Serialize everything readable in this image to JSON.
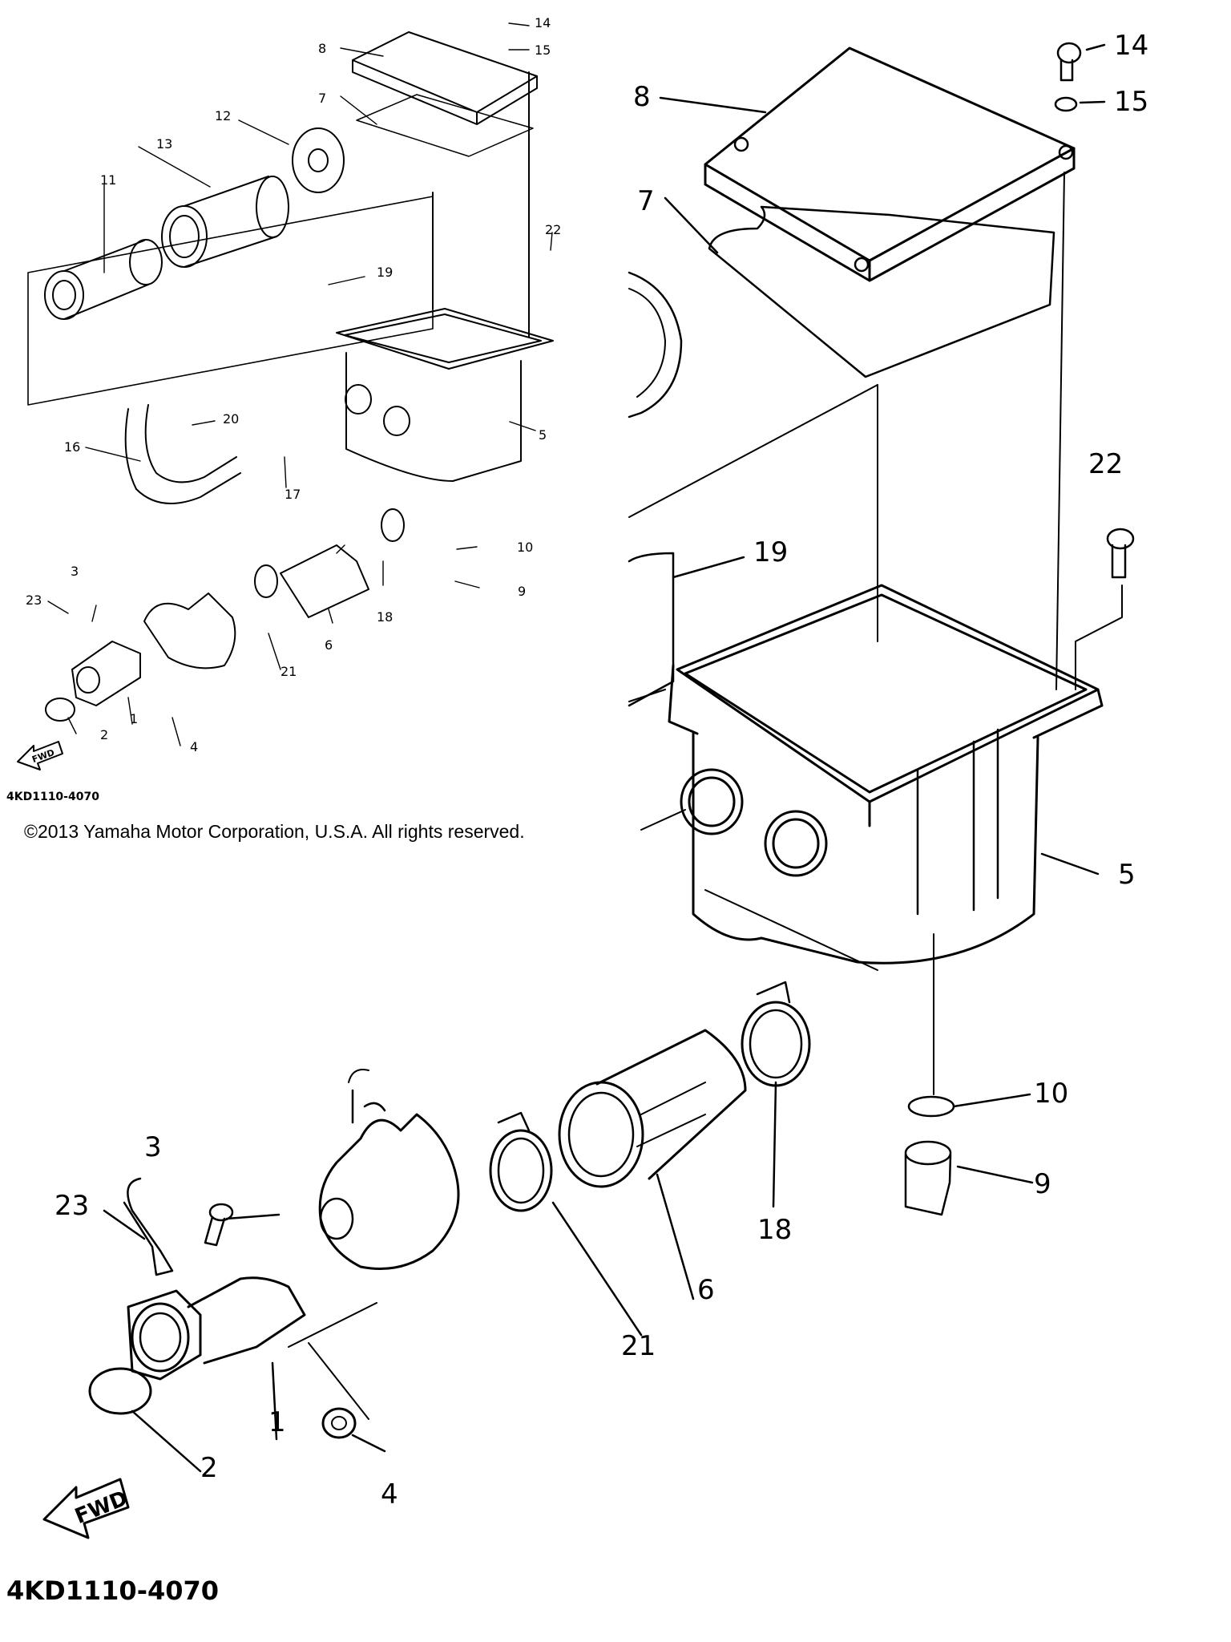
{
  "small_view": {
    "callouts": [
      "1",
      "2",
      "3",
      "4",
      "5",
      "6",
      "7",
      "8",
      "9",
      "10",
      "11",
      "12",
      "13",
      "14",
      "15",
      "16",
      "17",
      "18",
      "19",
      "20",
      "21",
      "22",
      "23"
    ],
    "fwd_label": "FWD",
    "diagram_code": "4KD1110-4070"
  },
  "copyright": "©2013 Yamaha Motor Corporation, U.S.A. All rights reserved.",
  "large_view": {
    "callouts": [
      "1",
      "2",
      "3",
      "4",
      "5",
      "6",
      "7",
      "8",
      "9",
      "10",
      "14",
      "15",
      "18",
      "19",
      "21",
      "22",
      "23"
    ],
    "fwd_label": "FWD",
    "diagram_code": "4KD1110-4070"
  }
}
